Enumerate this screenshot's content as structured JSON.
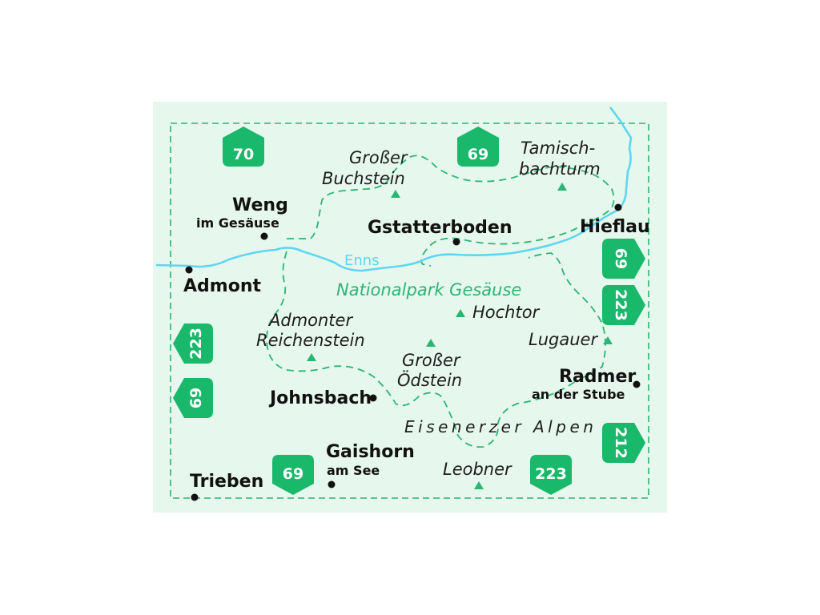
{
  "colors": {
    "background": "#e6f7ee",
    "border_dash": "#2bb673",
    "trail_dash": "#2bb673",
    "river": "#5fd6f0",
    "badge": "#19b86a",
    "peak_marker": "#2bb673",
    "town_dot": "#111111"
  },
  "river": {
    "name": "Enns"
  },
  "region": {
    "name": "Nationalpark Gesäuse"
  },
  "range": {
    "name": "Eisenerzer Alpen"
  },
  "towns": {
    "weng": {
      "name": "Weng",
      "sub": "im Gesäuse"
    },
    "admont": {
      "name": "Admont"
    },
    "gstatterboden": {
      "name": "Gstatterboden"
    },
    "hieflau": {
      "name": "Hieflau"
    },
    "johnsbach": {
      "name": "Johnsbach"
    },
    "radmer": {
      "name": "Radmer",
      "sub": "an der Stube"
    },
    "gaishorn": {
      "name": "Gaishorn",
      "sub": "am See"
    },
    "trieben": {
      "name": "Trieben"
    }
  },
  "peaks": {
    "buchstein": {
      "line1": "Großer",
      "line2": "Buchstein"
    },
    "tamisch": {
      "line1": "Tamisch-",
      "line2": "bachturm"
    },
    "hochtor": {
      "name": "Hochtor"
    },
    "reichenstein": {
      "line1": "Admonter",
      "line2": "Reichenstein"
    },
    "oedstein": {
      "line1": "Großer",
      "line2": "Ödstein"
    },
    "lugauer": {
      "name": "Lugauer"
    },
    "leobner": {
      "name": "Leobner"
    }
  },
  "adjacent_sheets": {
    "top_left": "70",
    "top_center": "69",
    "right_upper": "69",
    "right_middle": "223",
    "right_lower": "212",
    "left_upper": "223",
    "left_lower": "69",
    "bottom_left": "69",
    "bottom_right": "223"
  }
}
